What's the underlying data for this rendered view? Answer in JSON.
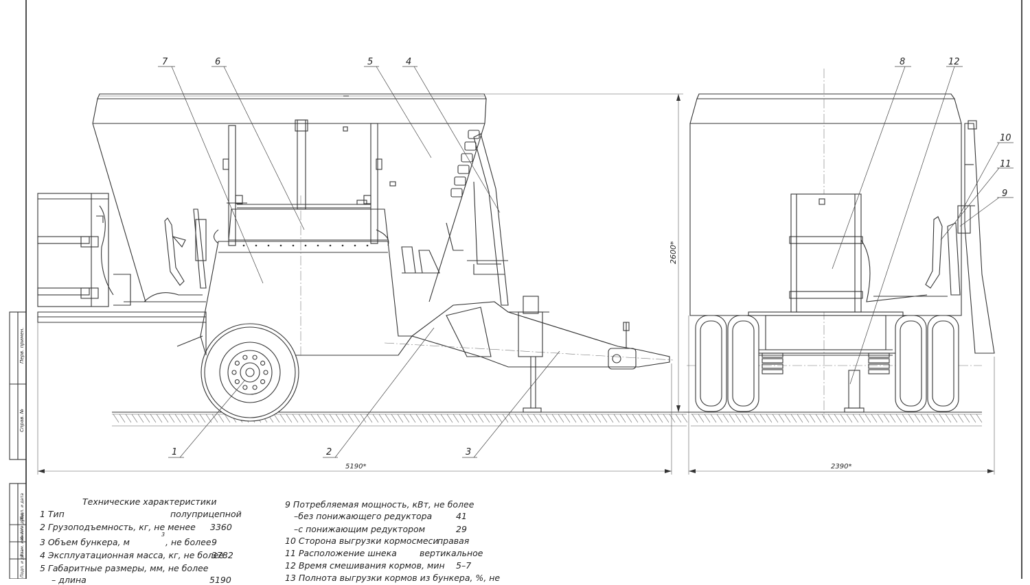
{
  "drawing": {
    "callouts": [
      "1",
      "2",
      "3",
      "4",
      "5",
      "6",
      "7",
      "8",
      "9",
      "10",
      "11",
      "12"
    ],
    "dimensions": {
      "height": "2600*",
      "length": "5190*",
      "width": "2390*"
    },
    "stamp_labels": [
      "Перв. примен.",
      "Справ. №",
      "Подп. и дата",
      "Инв. № дубл.",
      "Взам. инв. №",
      "Подп. и дата",
      "Инв. № подл."
    ]
  },
  "specs": {
    "title": "Технические характеристики",
    "left": [
      {
        "label": "1 Тип",
        "value": "полуприцепной"
      },
      {
        "label": "2 Грузоподъемность, кг, не менее",
        "value": "3360"
      },
      {
        "label": "3 Объем бункера, м",
        "sup": "3",
        "label_after": ", не более",
        "value": "9"
      },
      {
        "label": "4 Эксплуатационная масса, кг, не более",
        "value": "3782"
      },
      {
        "label": "5 Габаритные размеры, мм, не более",
        "value": ""
      },
      {
        "label": "– длина",
        "value": "5190"
      }
    ],
    "right": [
      {
        "label": "9 Потребляемая мощность, кВт, не более",
        "value": ""
      },
      {
        "label": "–без понижающего редуктора",
        "value": "41"
      },
      {
        "label": "–с понижающим редуктором",
        "value": "29"
      },
      {
        "label": "10 Сторона выгрузки кормосмеси",
        "value": "правая"
      },
      {
        "label": "11 Расположение шнека",
        "value": "вертикальное"
      },
      {
        "label": "12 Время смешивания кормов, мин",
        "value": "5–7"
      },
      {
        "label": "13 Полнота выгрузки кормов из бункера, %, не",
        "value": ""
      }
    ]
  }
}
